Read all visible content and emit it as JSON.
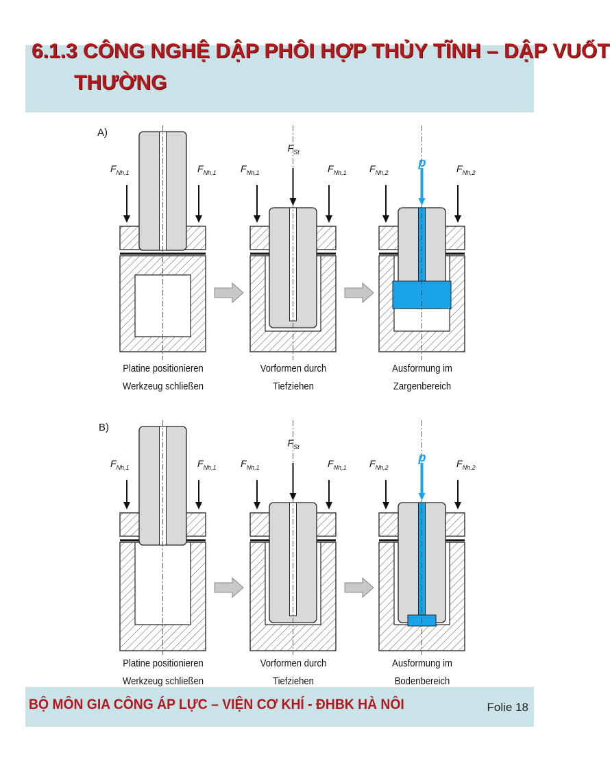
{
  "title": {
    "line1": "6.1.3 CÔNG NGHỆ DẬP PHÔI HỢP THỦY TĨNH – DẬP VUỐT",
    "line2": "THƯỜNG"
  },
  "diagram": {
    "rows": [
      {
        "label": "A)",
        "steps": [
          {
            "forces": [
              "Nh,1",
              "Nh,1"
            ],
            "caption": [
              "Platine positionieren",
              "Werkzeug schließen"
            ]
          },
          {
            "forces": [
              "Nh,1",
              "Nh,1"
            ],
            "center_force": "St",
            "caption": [
              "Vorformen durch",
              "Tiefziehen"
            ]
          },
          {
            "forces": [
              "Nh,2",
              "Nh,2"
            ],
            "center_force": "p",
            "caption": [
              "Ausformung im",
              "Zargenbereich"
            ]
          }
        ]
      },
      {
        "label": "B)",
        "steps": [
          {
            "forces": [
              "Nh,1",
              "Nh,1"
            ],
            "caption": [
              "Platine positionieren",
              "Werkzeug schließen"
            ]
          },
          {
            "forces": [
              "Nh,1",
              "Nh,1"
            ],
            "center_force": "St",
            "caption": [
              "Vorformen durch",
              "Tiefziehen"
            ]
          },
          {
            "forces": [
              "Nh,2",
              "Nh,2"
            ],
            "center_force": "p",
            "caption": [
              "Ausformung im",
              "Bodenbereich"
            ]
          }
        ]
      }
    ],
    "force_symbol": "F",
    "colors": {
      "fluid": "#1aa3e8",
      "punch": "#d9d9d9",
      "hatch": "#555555",
      "arrow": "#c8c8c8"
    }
  },
  "footer": {
    "text": "BỘ MÔN GIA CÔNG ÁP LỰC – VIỆN CƠ KHÍ - ĐHBK HÀ NÔI",
    "slide": "Folie 18"
  }
}
